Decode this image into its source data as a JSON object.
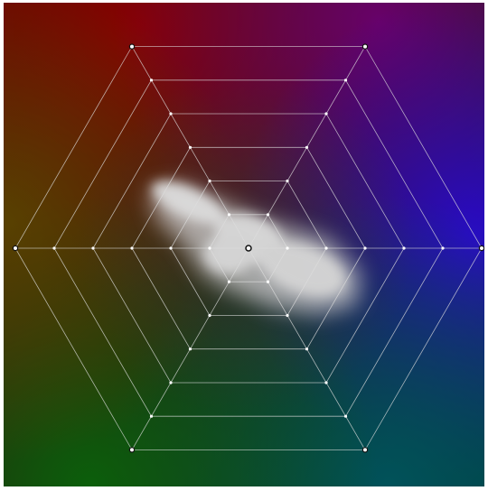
{
  "window": {
    "title": ""
  },
  "scope": {
    "type": "color-vectorscope",
    "grid_shape": "hexagon",
    "grid_rings": 6,
    "background_corner_colors": {
      "top_left_red": "#8a0000",
      "top_right_magenta": "#6a0070",
      "right_blue": "#1a0ab8",
      "bottom_right_cyan": "#00545c",
      "bottom_left_green": "#0a5a0a",
      "left_yellow": "#5a4a00"
    },
    "grid_color": "#dddddd",
    "trace_color": "#e6e6e6"
  }
}
